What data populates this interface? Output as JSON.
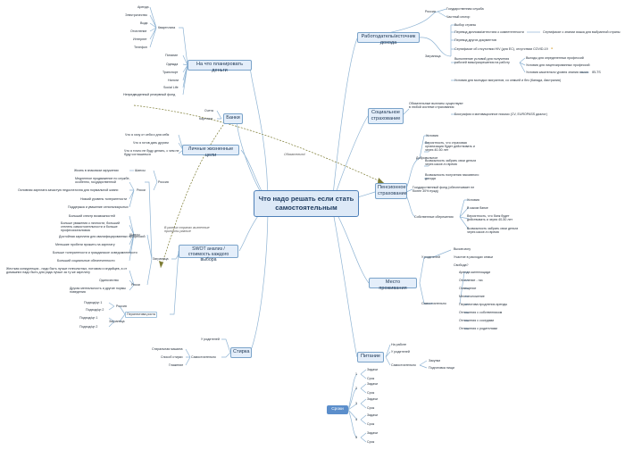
{
  "center": "Что надо решать если стать самостоятельным",
  "plan_money": {
    "title": "На что планировать деньги",
    "kvartplata": "Квартплата",
    "rent_items": [
      "Аренда",
      "Электричество",
      "Вода",
      "Отопление",
      "Интернет",
      "Телефон"
    ],
    "items": [
      "Питание",
      "Одежда",
      "Транспорт",
      "Налоги",
      "Social Life",
      "Непредвиденный резервный фонд"
    ]
  },
  "banki": {
    "title": "Банки",
    "items": [
      "Счета",
      "Карточки"
    ]
  },
  "life_goals": {
    "title": "Личные жизненные цели",
    "items": [
      "Что я хочу от себя и для себя",
      "Что я готов дать другим",
      "Что я точно не буду делать, с чем не буду соглашаться"
    ]
  },
  "swot": {
    "title": "SWOT анализ / стоимость каждого выбора",
    "shansy": "Шансы",
    "riski": "Риски",
    "russia": "Россия",
    "zagranica": "Заграница",
    "russia_shansy": [
      "Жизнь в знакомом окружении"
    ],
    "russia_riski": [
      "Медленное продвижение по службе, особенно, государственной",
      "Основная зарплата зачастую недостаточна для нормальной жизни",
      "Низкий уровень толерантности",
      "Поддержка и уважение сенильнокрытых"
    ],
    "abroad_shansy": [
      "Больший спектр возможностей",
      "Больше уважения к личности, больший стелень самостоятельности и больше профессионализма",
      "Достойная зарплата для квалифицированных профессий",
      "Меньшие пробели прожить на зарплату",
      "Больше толерантности и гражданское осведомленности",
      "Больший социальные обеспеченности"
    ],
    "abroad_riski": [
      "Жесткая конкуренция - надо быть лучше гелпольтных, потомом и индийцев, а от домашних надо быть для ряда лучше за ту же зарплату",
      "Одиночество",
      "Другая ментальность и другие нормы поведения"
    ]
  },
  "career": {
    "title": "Перспектива роста",
    "russia": "Россия",
    "zagranica": "Заграница",
    "russia_items": [
      "Подход/цн 1",
      "Подход/цн 2"
    ],
    "abroad_items": [
      "Подход/цн 1",
      "Подход/цн 2"
    ]
  },
  "note_left": "В разных странах жизненные принципы разные",
  "note_mid": "Обязательно!",
  "employer": {
    "title": "Работодатель/источник дохода",
    "russia": "Россия",
    "russia_items": [
      "Государственная служба",
      "Частный сектор"
    ],
    "zagranica": "Заграница",
    "abroad": [
      "Выбор страны",
      "Перевод диплома/аттестата о компетентности",
      "Перевод других документов",
      "Сертификат об отсутствии HIV (для ЕС), отсутствии COVID-19",
      "Выполнение условий для получения рабочей визы/разрешения на работу",
      "Условия для молодых мигрантов, со семьей и без (Канада, Австралия)",
      "Биография и мотивационное письмо (CV, EUROPASS диалог)"
    ],
    "cert_lang": "Сертификат о знании языка для выбранной страны",
    "visa_items": [
      "Выгоды для определенных профессий",
      "Условия для лицензированных профессий",
      "Условия касательно уровня знания языка"
    ],
    "ielts": "IELTS"
  },
  "social": {
    "title": "Социальное страхование",
    "desc": "Обязательные выплаты существуют в любой системе страхования"
  },
  "pension": {
    "title": "Пенсионное страхование",
    "dobrovolnoe": "Добровольное",
    "dob_items": [
      "Условия",
      "Вероятность, что страховая организация будет действовать и через 40-50 лет",
      "Возможность забрать свои деньги через какое-то время",
      "Возможность получения пассивного дохода"
    ],
    "gov_fund": "Государственный фонд (обеспечивает не более 30% нужд)",
    "own": "Собственные сбережения",
    "own_items": [
      "Условия",
      "В каком банке",
      "Вероятность, что банк будет действовать и через 40-50 лет",
      "Возможность забрать свои деньги через какое-то время"
    ]
  },
  "housing": {
    "title": "Место проживания",
    "parents": "У родителей",
    "parents_items": [
      "Вызов могу",
      "Участие в расходах семьи",
      "Свобода?"
    ],
    "own": "Самостоятельно",
    "own_items": [
      "Аренда жилплощади",
      "Отопление - газ",
      "Освещение",
      "Местоположение",
      "Перспектива продления аренды",
      "Отношения с собственником",
      "Отношения с соседями",
      "Отношения с родителями"
    ]
  },
  "stirka": {
    "title": "Стирка",
    "parents": "У родителей",
    "own": "Самостоятельно",
    "items": [
      "Стиральная машина",
      "Способ стирки",
      "Глажение"
    ]
  },
  "pitanie": {
    "title": "Питание",
    "items": [
      "На работе",
      "У родителей"
    ],
    "own": "Самостоятельно",
    "own_items": [
      "Закупки",
      "Подготовка пищи"
    ]
  },
  "sroki": {
    "title": "Сроки",
    "groups": [
      {
        "n": "1",
        "zadachi": "Задачи",
        "srok": "Срок"
      },
      {
        "n": "2",
        "zadachi": "Задачи",
        "srok": "Срок"
      },
      {
        "n": "3",
        "zadachi": "Задачи",
        "srok": "Срок"
      },
      {
        "n": "4",
        "zadachi": "Задачи",
        "srok": "Срок"
      },
      {
        "n": "5",
        "zadachi": "Задачи",
        "srok": "Срок"
      }
    ]
  }
}
